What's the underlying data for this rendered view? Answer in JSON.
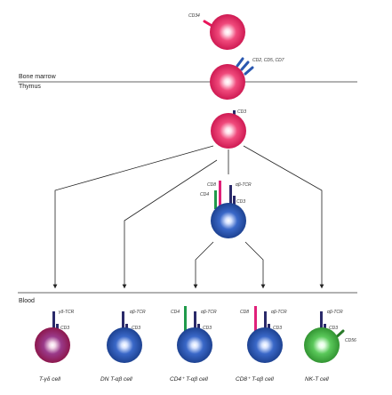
{
  "regions": {
    "bone_marrow": "Bone marrow",
    "thymus": "Thymus",
    "blood": "Blood"
  },
  "markers": {
    "cd34": "CD34",
    "cd2_cd5_cd7": "CD2, CD5, CD7",
    "cd3": "CD3",
    "cd8": "CD8",
    "cd4": "CD4",
    "ab_tcr": "αβ-TCR",
    "gd_tcr": "γδ-TCR",
    "cd56": "CD56"
  },
  "cells": {
    "tgd": "T-γδ cell",
    "dn": "DN T-αβ cell",
    "cd4": "CD4⁺ T-αβ cell",
    "cd8": "CD8⁺ T-αβ cell",
    "nkt": "NK-T cell"
  },
  "colors": {
    "progenitor": "#e8155a",
    "double_positive": "#1e4aa0",
    "t_gamma_delta": "#a0184a",
    "dn_t": "#1c4a9c",
    "nk_t": "#3aa83a",
    "cd8_marker": "#e0207a",
    "cd4_marker": "#1f9a4a",
    "tcr_marker": "#2a2a6a",
    "cd56_marker": "#2a7a2a"
  }
}
